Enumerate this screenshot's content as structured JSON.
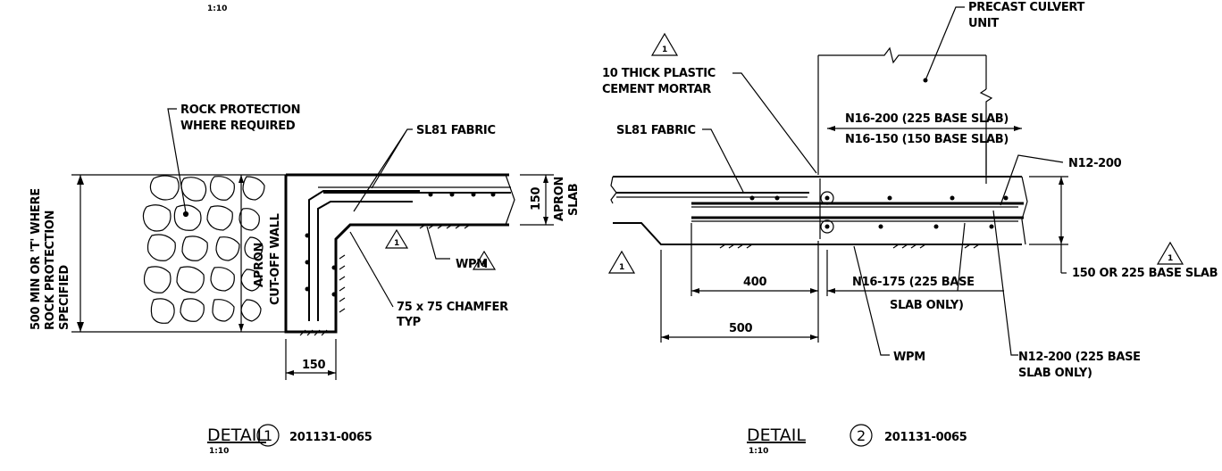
{
  "top_scale": "1:10",
  "detail1": {
    "rock_protection": [
      "ROCK PROTECTION",
      "WHERE REQUIRED"
    ],
    "sl81_fabric": "SL81 FABRIC",
    "side_label": [
      "500 MIN OR 'T' WHERE",
      "ROCK PROTECTION",
      "SPECIFIED"
    ],
    "apron": "APRON",
    "cutoff_wall": "CUT-OFF WALL",
    "dim_150_vert": "150",
    "apron_slab": [
      "APRON",
      "SLAB"
    ],
    "wpm": "WPM",
    "chamfer": [
      "75 x 75 CHAMFER",
      "TYP"
    ],
    "dim_150_horiz": "150",
    "revision": "1",
    "title_word": "DETAIL",
    "title_num": "1",
    "title_ref": "201131-0065",
    "title_scale": "1:10"
  },
  "detail2": {
    "precast": [
      "PRECAST CULVERT",
      "UNIT"
    ],
    "plastic": [
      "10 THICK PLASTIC",
      "CEMENT MORTAR"
    ],
    "sl81_fabric": "SL81 FABRIC",
    "n16_200": "N16-200 (225 BASE SLAB)",
    "n16_150": "N16-150 (150 BASE SLAB)",
    "n12_200": "N12-200",
    "base_slab": "150 OR 225 BASE SLAB",
    "dim_400": "400",
    "dim_500": "500",
    "n16_175": [
      "N16-175 (225 BASE",
      "SLAB ONLY)"
    ],
    "wpm": "WPM",
    "n12_200_225": [
      "N12-200 (225 BASE",
      "SLAB ONLY)"
    ],
    "revision": "1",
    "title_word": "DETAIL",
    "title_num": "2",
    "title_ref": "201131-0065",
    "title_scale": "1:10"
  }
}
